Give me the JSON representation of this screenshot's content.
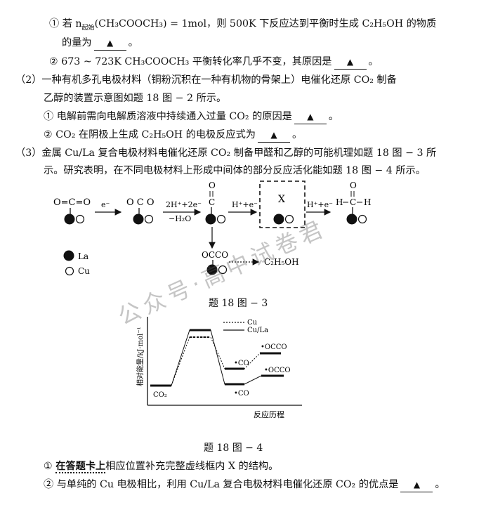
{
  "q": {
    "l1a": "① 若 n",
    "l1sub": "起始",
    "l1b": "(CH₃COOCH₃) = 1mol，则 500K 下反应达到平衡时生成 C₂H₅OH 的物质",
    "l2": "的量为",
    "l3": "② 673 ~ 723K CH₃COOCH₃ 平衡转化率几乎不变，其原因是",
    "l4": "（2）一种有机多孔电极材料（铜粉沉积在一种有机物的骨架上）电催化还原 CO₂ 制备",
    "l5": "乙醇的装置示意图如题 18 图 − 2 所示。",
    "l6": "① 电解前需向电解质溶液中持续通入过量 CO₂ 的原因是",
    "l7": "② CO₂ 在阴极上生成 C₂H₅OH 的电极反应式为",
    "l8": "（3）金属 Cu/La 复合电极材料电催化还原 CO₂ 制备甲醛和乙醇的可能机理如题 18 图 − 3 所",
    "l9": "示。研究表明，在不同电极材料上形成中间体的部分反应活化能如题 18 图 − 4 所示。",
    "l10pre": "① ",
    "l10bold": "在答题卡上",
    "l10post": "相应位置补充完整虚线框内 X 的结构。",
    "l11": "② 与单纯的 Cu 电极相比，利用 Cu/La 复合电极材料电催化还原 CO₂ 的优点是",
    "tri": "▲",
    "period": "。"
  },
  "fig3": {
    "caption": "题 18 图 − 3",
    "co2": "O=C=O",
    "o_c_o": "O  C  O",
    "c_eq_o": "O",
    "c": "C",
    "e_label": "e⁻",
    "step2_top": "2H⁺+2e⁻",
    "step2_bottom": "−H₂O",
    "step3": "H⁺+e⁻",
    "step4": "H⁺+e⁻",
    "x_label": "X",
    "hcho_h1": "H",
    "hcho_c": "C",
    "hcho_h2": "H",
    "hcho_o": "O",
    "occo": "OCCO",
    "product": "C₂H₅OH",
    "legend_la": "La",
    "legend_cu": "Cu"
  },
  "fig4": {
    "caption": "题 18 图 − 4",
    "ylabel": "相对能量/kJ·mol⁻¹",
    "xlabel": "反应历程",
    "legend_cu": "Cu",
    "legend_cula": "Cu/La",
    "co2": "CO₂",
    "co_a": "•CO",
    "co_b": "•CO",
    "occo_a": "•OCCO",
    "occo_b": "•OCCO"
  },
  "watermark": "公众号·高中试卷君"
}
